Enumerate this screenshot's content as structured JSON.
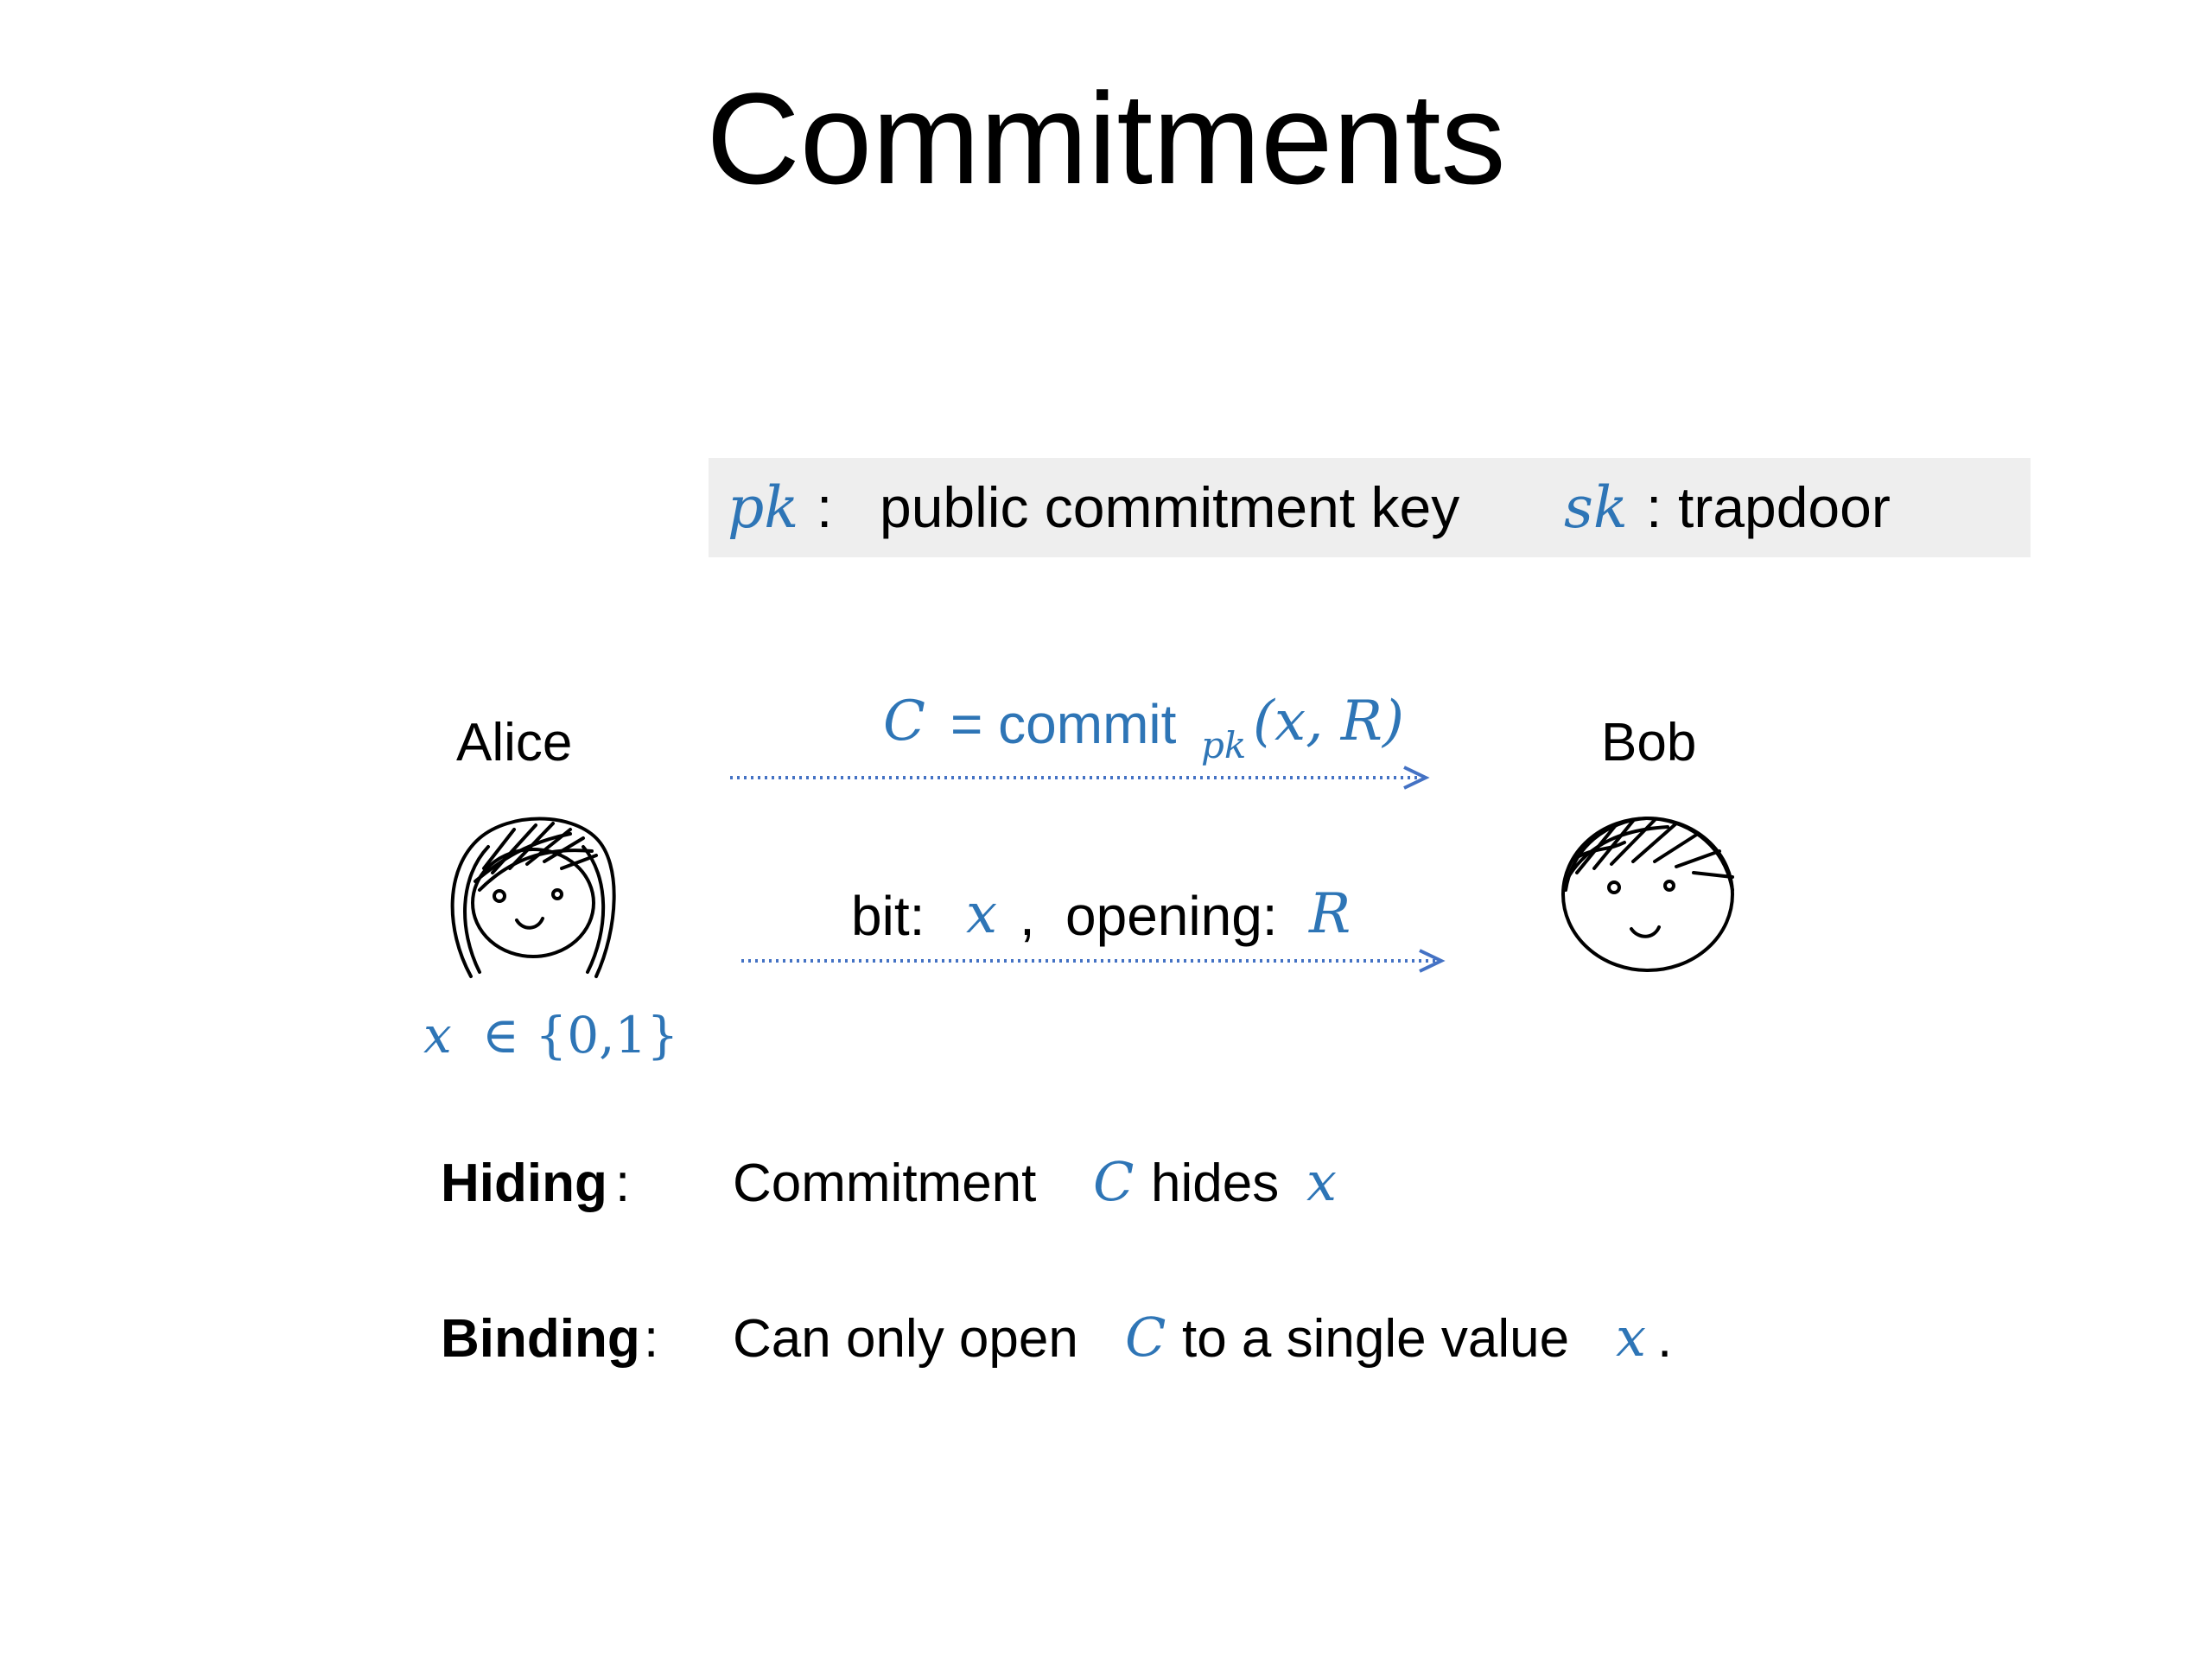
{
  "title": "Commitments",
  "keys": {
    "pk_symbol": "pk",
    "pk_colon": ":",
    "pk_desc": "public commitment key",
    "sk_symbol": "sk",
    "sk_colon": ":",
    "sk_desc": "trapdoor"
  },
  "parties": {
    "alice": "Alice",
    "bob": "Bob",
    "alice_bit_var": "x",
    "alice_bit_set": "∈ {0,1}"
  },
  "messages": {
    "commit_var": "C",
    "commit_eq": "= commit",
    "commit_sub": "pk",
    "commit_args": "(x, R)",
    "open_bit_label": "bit:",
    "open_bit_var": "x",
    "open_comma": ",",
    "open_opening_label": "opening:",
    "open_opening_var": "R"
  },
  "properties": {
    "hiding_label": "Hiding",
    "hiding_colon": ":",
    "hiding_text_1": "Commitment",
    "hiding_var_c": "C",
    "hiding_text_2": "hides",
    "hiding_var_x": "x",
    "binding_label": "Binding",
    "binding_colon": ":",
    "binding_text_1": "Can only open",
    "binding_var_c": "C",
    "binding_text_2": "to a single value",
    "binding_var_x": "x",
    "binding_period": "."
  },
  "colors": {
    "math_blue": "#2e75b6",
    "arrow_blue": "#4472c4",
    "key_box_gray": "#eeeeee"
  }
}
